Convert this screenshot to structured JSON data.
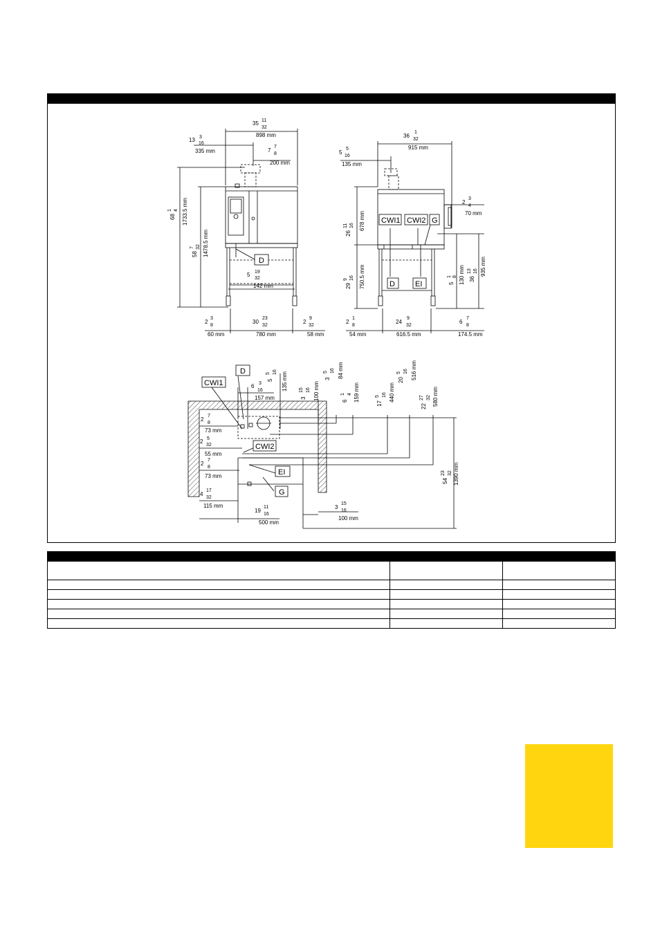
{
  "front": {
    "w_in": "35",
    "w_in_n": "11",
    "w_in_d": "32",
    "w_mm": "898 mm",
    "a_in": "13",
    "a_in_n": "3",
    "a_in_d": "16",
    "a_mm": "335 mm",
    "b_in": "7",
    "b_in_n": "7",
    "b_in_d": "8",
    "b_mm": "200 mm",
    "h_in": "68",
    "h_in_n": "1",
    "h_in_d": "4",
    "h_mm": "1733.5 mm",
    "h2_in": "58",
    "h2_in_n": "7",
    "h2_in_d": "32",
    "h2_mm": "1478.5 mm",
    "d_in": "5",
    "d_in_n": "19",
    "d_in_d": "32",
    "d_mm": "142 mm",
    "l_in": "2",
    "l_in_n": "3",
    "l_in_d": "8",
    "l_mm": "60 mm",
    "c_in": "30",
    "c_in_n": "23",
    "c_in_d": "32",
    "c_mm": "780 mm",
    "r_in": "2",
    "r_in_n": "9",
    "r_in_d": "32",
    "r_mm": "58 mm",
    "label_d": "D"
  },
  "side": {
    "w_in": "36",
    "w_in_n": "1",
    "w_in_d": "32",
    "w_mm": "915 mm",
    "a_in": "5",
    "a_in_n": "5",
    "a_in_d": "16",
    "a_mm": "135 mm",
    "u_in": "26",
    "u_in_n": "11",
    "u_in_d": "16",
    "u_mm": "678 mm",
    "lo_in": "29",
    "lo_in_n": "9",
    "lo_in_d": "16",
    "lo_mm": "750.5 mm",
    "p_in": "2",
    "p_in_n": "3",
    "p_in_d": "4",
    "p_mm": "70 mm",
    "f_in": "5",
    "f_in_n": "1",
    "f_in_d": "8",
    "f_mm": "130 mm",
    "t_in": "36",
    "t_in_n": "13",
    "t_in_d": "16",
    "t_mm": "935 mm",
    "l_in": "2",
    "l_in_n": "1",
    "l_in_d": "8",
    "l_mm": "54 mm",
    "c_in": "24",
    "c_in_n": "9",
    "c_in_d": "32",
    "c_mm": "616.5 mm",
    "r_in": "6",
    "r_in_n": "7",
    "r_in_d": "8",
    "r_mm": "174.5 mm",
    "label_cwi1": "CWI1",
    "label_cwi2": "CWI2",
    "label_g": "G",
    "label_d": "D",
    "label_ei": "EI"
  },
  "top": {
    "label_d": "D",
    "label_cwi1": "CWI1",
    "label_cwi2": "CWI2",
    "label_ei": "EI",
    "label_g": "G",
    "a_in": "6",
    "a_in_n": "3",
    "a_in_d": "16",
    "a_mm": "157 mm",
    "v1_in": "5",
    "v1_in_n": "5",
    "v1_in_d": "16",
    "v1_mm": "135 mm",
    "v2_in": "3",
    "v2_in_n": "15",
    "v2_in_d": "16",
    "v2_mm": "100 mm",
    "v3_in": "3",
    "v3_in_n": "5",
    "v3_in_d": "16",
    "v3_mm": "84 mm",
    "v4_in": "6",
    "v4_in_n": "1",
    "v4_in_d": "4",
    "v4_mm": "159 mm",
    "v5_in": "17",
    "v5_in_n": "5",
    "v5_in_d": "16",
    "v5_mm": "440 mm",
    "v6_in": "20",
    "v6_in_n": "5",
    "v6_in_d": "16",
    "v6_mm": "516 mm",
    "v7_in": "22",
    "v7_in_n": "27",
    "v7_in_d": "32",
    "v7_mm": "580 mm",
    "l1_in": "2",
    "l1_in_n": "7",
    "l1_in_d": "8",
    "l1_mm": "73 mm",
    "l2_in": "2",
    "l2_in_n": "5",
    "l2_in_d": "32",
    "l2_mm": "55 mm",
    "l3_in": "2",
    "l3_in_n": "7",
    "l3_in_d": "8",
    "l3_mm": "73 mm",
    "l4_in": "4",
    "l4_in_n": "17",
    "l4_in_d": "32",
    "l4_mm": "115 mm",
    "b_in": "19",
    "b_in_n": "11",
    "b_in_d": "16",
    "b_mm": "500 mm",
    "e_in": "3",
    "e_in_n": "15",
    "e_in_d": "16",
    "e_mm": "100 mm",
    "h_in": "54",
    "h_in_n": "23",
    "h_in_d": "32",
    "h_mm": "1390 mm"
  }
}
